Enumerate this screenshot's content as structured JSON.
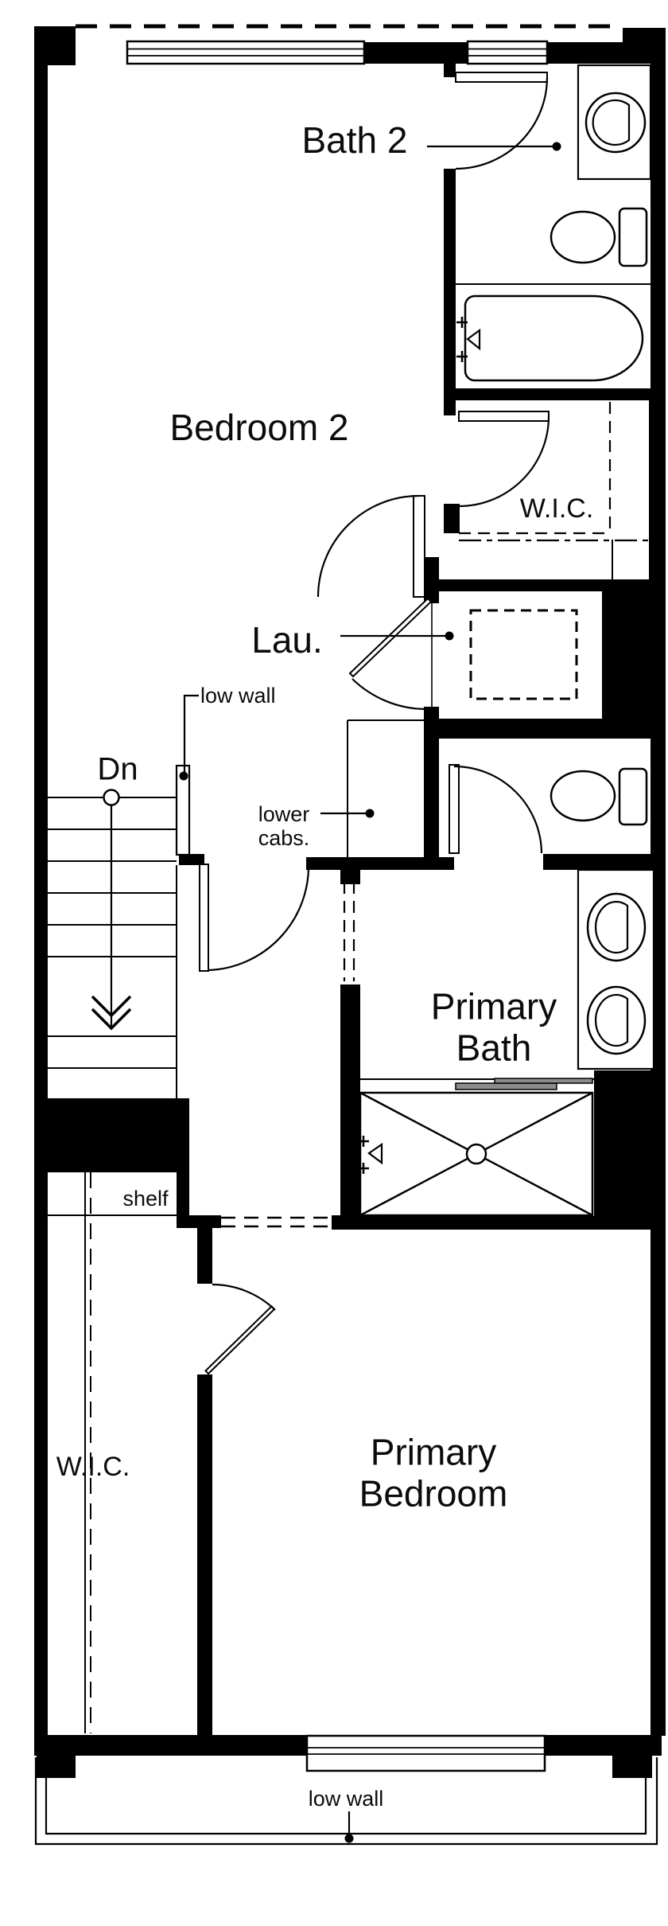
{
  "page": {
    "background": "#ffffff",
    "ink": "#000000",
    "glass_gray": "#8c8c8c"
  },
  "labels": {
    "bath2": "Bath 2",
    "bedroom2": "Bedroom 2",
    "wic_upper": "W.I.C.",
    "lau": "Lau.",
    "low_wall_upper": "low wall",
    "dn": "Dn",
    "lower_cabs_line1": "lower",
    "lower_cabs_line2": "cabs.",
    "primary_bath_line1": "Primary",
    "primary_bath_line2": "Bath",
    "shelf": "shelf",
    "wic_lower": "W.I.C.",
    "primary_bedroom_line1": "Primary",
    "primary_bedroom_line2": "Bedroom",
    "low_wall_lower": "low wall"
  },
  "symbols": [
    "bathtub-icon",
    "toilet-icon",
    "sink-icon",
    "double-sink-icon",
    "shower-icon",
    "washer-dryer-icon",
    "stairs-down",
    "door-swing",
    "window",
    "pocket-opening",
    "low-wall",
    "roof-overhang-dashed"
  ]
}
